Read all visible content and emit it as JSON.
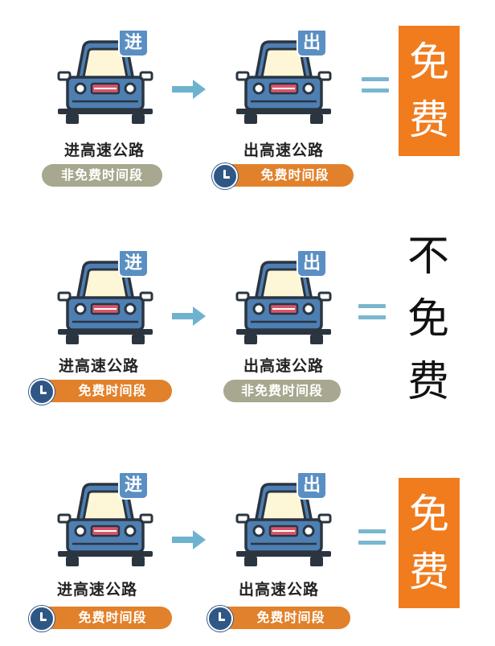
{
  "rows": [
    {
      "entry_badge": "进",
      "exit_badge": "出",
      "entry_caption": "进高速公路",
      "exit_caption": "出高速公路",
      "entry_period": "非免费时间段",
      "exit_period": "免费时间段",
      "result": [
        "免",
        "费"
      ]
    },
    {
      "entry_badge": "进",
      "exit_badge": "出",
      "entry_caption": "进高速公路",
      "exit_caption": "出高速公路",
      "entry_period": "免费时间段",
      "exit_period": "非免费时间段",
      "result": [
        "不",
        "免",
        "费"
      ]
    },
    {
      "entry_badge": "进",
      "exit_badge": "出",
      "entry_caption": "进高速公路",
      "exit_caption": "出高速公路",
      "entry_period": "免费时间段",
      "exit_period": "免费时间段",
      "result": [
        "免",
        "费"
      ]
    }
  ],
  "colors": {
    "car_body": "#4e7fb3",
    "car_outline": "#2b3540",
    "badge": "#5a8fc3",
    "orange": "#f07c1e",
    "pill_orange": "#e2812b",
    "pill_grey": "#a8a78f",
    "clock": "#2f5786",
    "arrow": "#6fb2cf"
  },
  "icons": {
    "car": "car-front-icon",
    "clock": "clock-icon",
    "arrow": "right-arrow-icon",
    "equals": "equals-sign"
  }
}
